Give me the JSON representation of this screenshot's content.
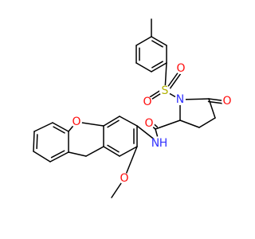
{
  "molecule": {
    "atoms": {
      "nitrogen_ring": "N",
      "sulfur": "S",
      "sulfonyl_oxygen_upper": "O",
      "sulfonyl_oxygen_lower": "O",
      "ring_carbonyl_oxygen": "O",
      "amide_oxygen": "O",
      "amide_nitrogen": "N",
      "amide_hydrogen": "H",
      "furan_oxygen": "O",
      "methoxy_oxygen": "O"
    }
  },
  "colors": {
    "bond": "#000000",
    "nitrogen": "#3333ff",
    "oxygen": "#ff0d0d",
    "sulfur": "#b2b200",
    "background": "#ffffff"
  }
}
